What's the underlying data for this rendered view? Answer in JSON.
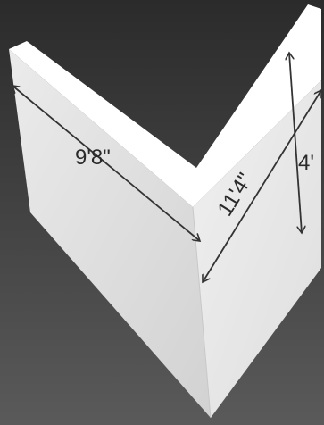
{
  "colors": {
    "background_top": "#2b2b2b",
    "background_bottom": "#5a5a5a",
    "wall_left_face": "#e0e0e0",
    "wall_right_face": "#ececec",
    "wall_top_edge": "#ffffff",
    "dimension_line": "#333333"
  },
  "dimensions": {
    "left_wall_length": "9'8\"",
    "right_wall_length": "11'4\"",
    "wall_height": "4'"
  }
}
